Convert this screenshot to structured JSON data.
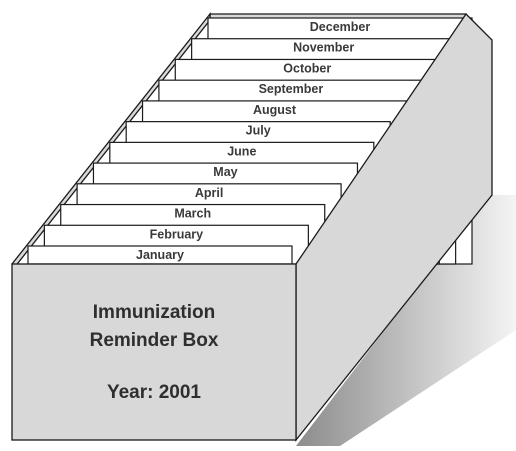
{
  "box": {
    "title_line1": "Immunization",
    "title_line2": "Reminder Box",
    "year_label": "Year:",
    "year_value": "2001"
  },
  "months_front_to_back": [
    "January",
    "February",
    "March",
    "April",
    "May",
    "June",
    "July",
    "August",
    "September",
    "October",
    "November",
    "December"
  ],
  "colors": {
    "box_fill": "#d8d8d8",
    "card_fill": "#ffffff",
    "outline": "#1a1a1a",
    "shadow": "#9a9a9a"
  }
}
